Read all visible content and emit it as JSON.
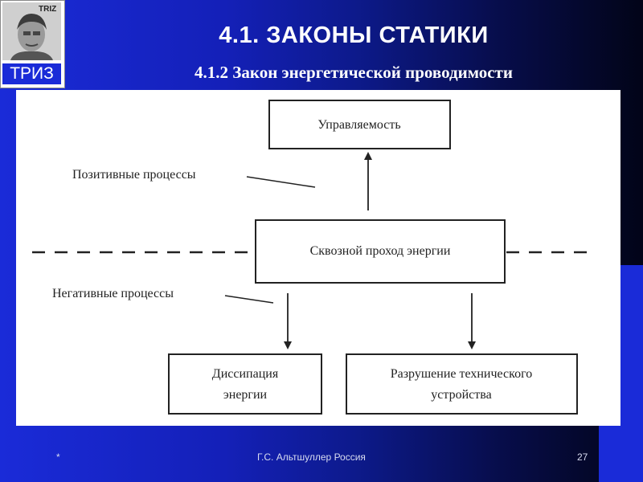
{
  "logo": {
    "badge_text": "TRIZ",
    "caption": "ТРИЗ"
  },
  "header": {
    "title": "4.1. ЗАКОНЫ СТАТИКИ",
    "subtitle": "4.1.2 Закон энергетической проводимости"
  },
  "diagram": {
    "nodes": {
      "top": "Управляемость",
      "center": "Сквозной проход энергии",
      "bottom_left_line1": "Диссипация",
      "bottom_left_line2": "энергии",
      "bottom_right_line1": "Разрушение технического",
      "bottom_right_line2": "устройства"
    },
    "labels": {
      "positive": "Позитивные процессы",
      "negative": "Негативные процессы"
    }
  },
  "footer": {
    "left": "*",
    "center": "Г.С. Альтшуллер Россия",
    "right": "27"
  },
  "colors": {
    "accent": "#1a2bd8",
    "panel": "#ffffff",
    "ink": "#222222"
  }
}
